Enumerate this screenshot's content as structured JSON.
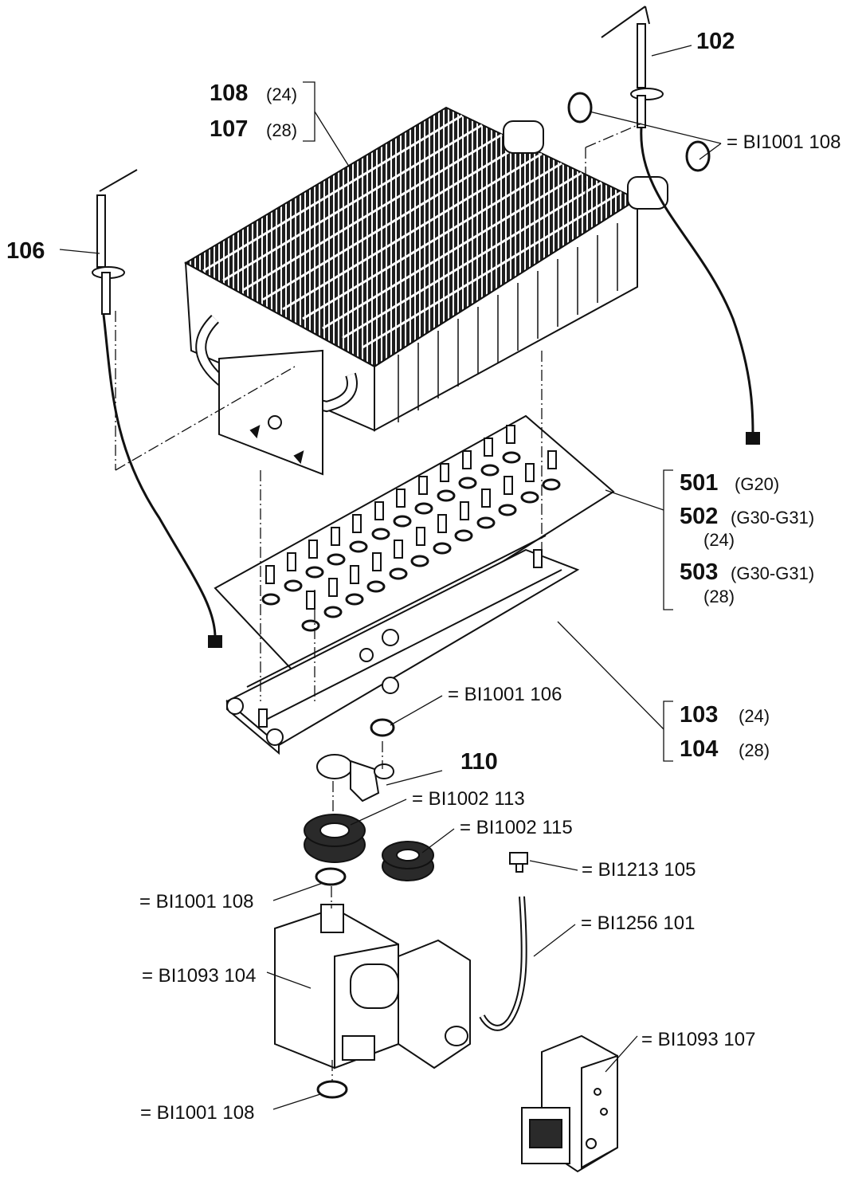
{
  "labels": {
    "p102": "102",
    "p108": "108",
    "p108_var": "(24)",
    "p107": "107",
    "p107_var": "(28)",
    "p106": "106",
    "ref_top": "= BI1001 108",
    "p501": "501",
    "p501_var": "(G20)",
    "p502": "502",
    "p502_var": "(G30-G31)",
    "p502_sub": "(24)",
    "p503": "503",
    "p503_var": "(G30-G31)",
    "p503_sub": "(28)",
    "p103": "103",
    "p103_var": "(24)",
    "p104": "104",
    "p104_var": "(28)",
    "p110": "110",
    "ref_bl1001_106": "= BI1001 106",
    "ref_bl1002_113": "= BI1002 113",
    "ref_bl1002_115": "= BI1002 115",
    "ref_bl1213_105": "= BI1213 105",
    "ref_bl1001_108_a": "= BI1001 108",
    "ref_bl1256_101": "= BI1256 101",
    "ref_bl1093_104": "= BI1093 104",
    "ref_bl1093_107": "= BI1093 107",
    "ref_bl1001_108_b": "= BI1001 108"
  },
  "colors": {
    "line": "#111111",
    "fill_dark": "#2a2a2a",
    "fill_light": "#ffffff"
  }
}
